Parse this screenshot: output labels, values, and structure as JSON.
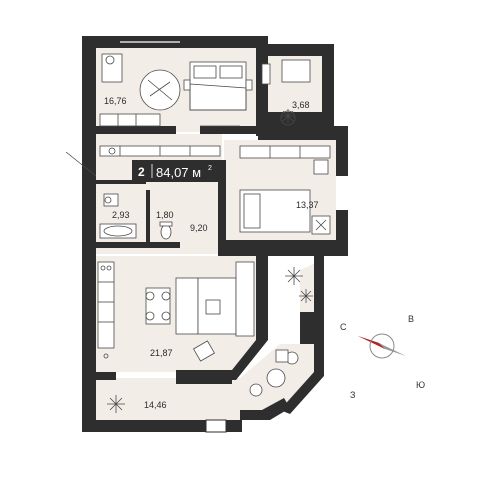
{
  "apartment": {
    "rooms_count": "2",
    "total_area": "84,07 м",
    "area_unit_sup": "2"
  },
  "rooms": [
    {
      "id": "bedroom",
      "area": "16,76"
    },
    {
      "id": "dressing-room",
      "area": "3,68"
    },
    {
      "id": "bathroom",
      "area": "2,93"
    },
    {
      "id": "wc",
      "area": "1,80"
    },
    {
      "id": "hallway",
      "area": "9,20"
    },
    {
      "id": "second-room",
      "area": "13,37"
    },
    {
      "id": "kitchen-living",
      "area": "21,87"
    },
    {
      "id": "loggia",
      "area": "14,46"
    }
  ],
  "compass": {
    "north": "С",
    "east": "В",
    "south": "Ю",
    "west": "З"
  },
  "colors": {
    "wall": "#2e2e2e",
    "floor": "#f3ede8",
    "badge": "#2e2e2e",
    "compass_accent": "#e23a3a",
    "compass_body": "#8a8a8a"
  }
}
